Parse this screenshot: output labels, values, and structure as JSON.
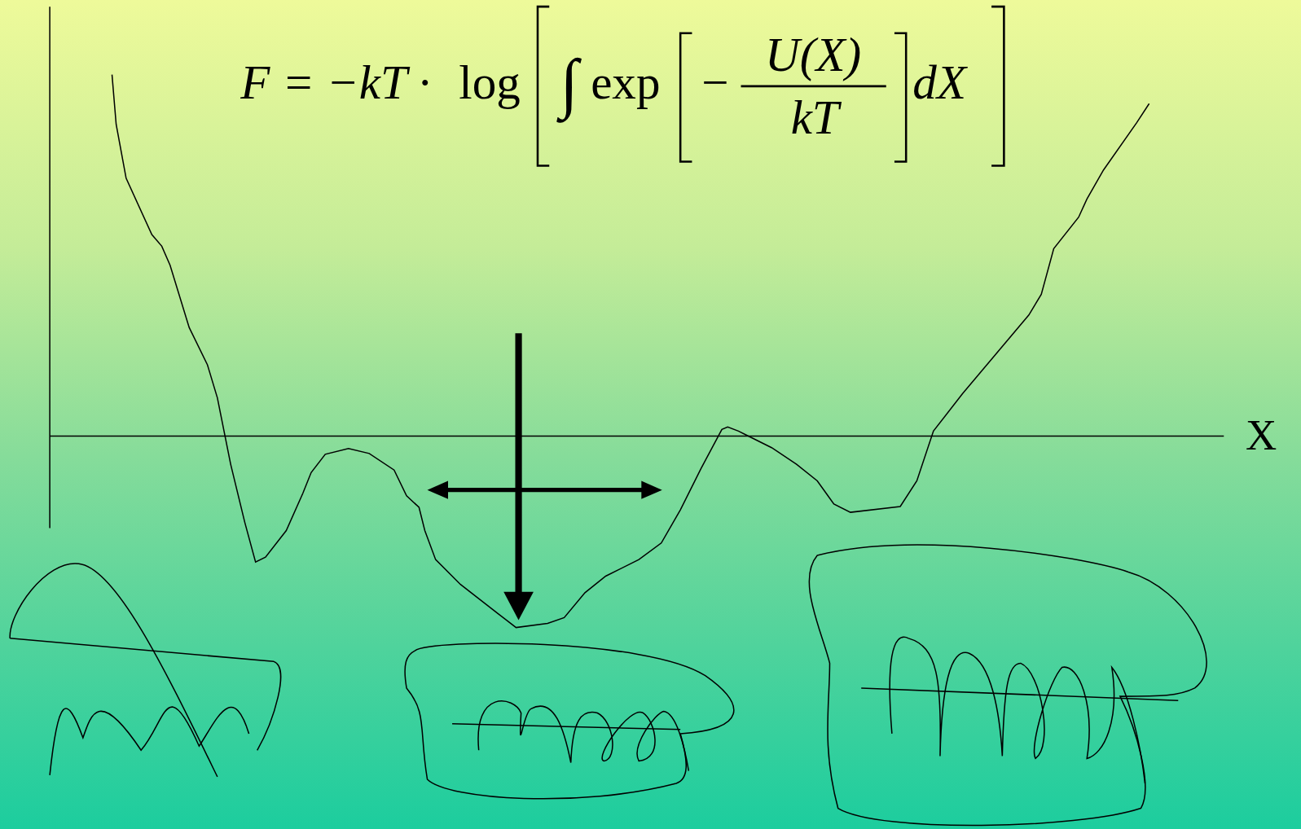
{
  "diagram": {
    "labels": [
      "F = −kT ·",
      "log",
      "∫",
      "exp",
      "−",
      "U(X)",
      "kT",
      "dX",
      "X"
    ]
  }
}
